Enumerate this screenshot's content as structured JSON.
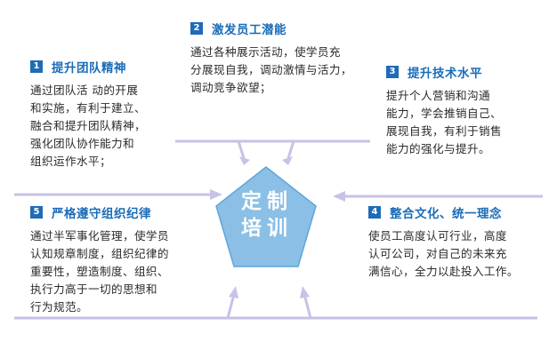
{
  "center": {
    "line1": "定制",
    "line2": "培训"
  },
  "colors": {
    "pentagon": "#8bbfe6",
    "pentagon_edge": "#5ea6da",
    "connector": "#c7c2e6",
    "heading": "#1a6cb8",
    "badge": "#1f6bb6"
  },
  "items": [
    {
      "num": "1",
      "title": "提升团队精神",
      "lines": [
        "通过团队活 动的开展",
        "和实施，有利于建立、",
        "融合和提升团队精神，",
        "强化团队协作能力和",
        "组织运作水平；"
      ]
    },
    {
      "num": "2",
      "title": "激发员工潜能",
      "lines": [
        "通过各种展示活动，使学员充",
        "分展现自我，调动激情与活力，",
        "调动竞争欲望；"
      ]
    },
    {
      "num": "3",
      "title": "提升技术水平",
      "lines": [
        "提升个人营销和沟通",
        "能力，学会推销自己、",
        "展现自我，有利于销售",
        "能力的强化与提升。"
      ]
    },
    {
      "num": "4",
      "title": "整合文化、统一理念",
      "lines": [
        "使员工高度认可行业，高度",
        "认可公司，对自己的未来充",
        "满信心，全力以赴投入工作。"
      ]
    },
    {
      "num": "5",
      "title": "严格遵守组织纪律",
      "lines": [
        "通过半军事化管理，使学员",
        "认知规章制度，组织纪律的",
        "重要性，塑造制度、组织、",
        "执行力高于一切的思想和",
        "行为规范。"
      ]
    }
  ]
}
